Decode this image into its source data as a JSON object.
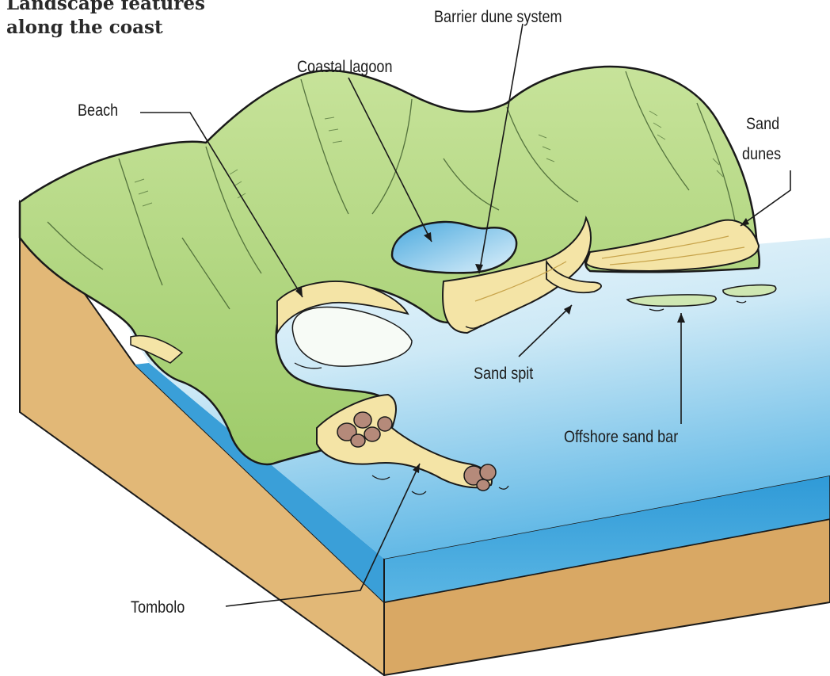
{
  "title": {
    "line1": "Landscape features",
    "line2": "along the coast"
  },
  "labels": {
    "barrier_dune_system": "Barrier dune system",
    "coastal_lagoon": "Coastal lagoon",
    "beach": "Beach",
    "sand_dunes_line1": "Sand",
    "sand_dunes_line2": "dunes",
    "sand_spit": "Sand spit",
    "offshore_sand_bar": "Offshore sand bar",
    "tombolo": "Tombolo"
  },
  "colors": {
    "land_green": "#b9d98a",
    "land_green_dark": "#8fbf5c",
    "sand": "#f4e4a6",
    "water_light": "#eaf5fb",
    "water_blue": "#7ec8ea",
    "water_deep": "#3aa3dc",
    "soil": "#e2b877",
    "soil_dark": "#c58f4e",
    "rock": "#b58a7a",
    "outline": "#1a1a1a"
  }
}
